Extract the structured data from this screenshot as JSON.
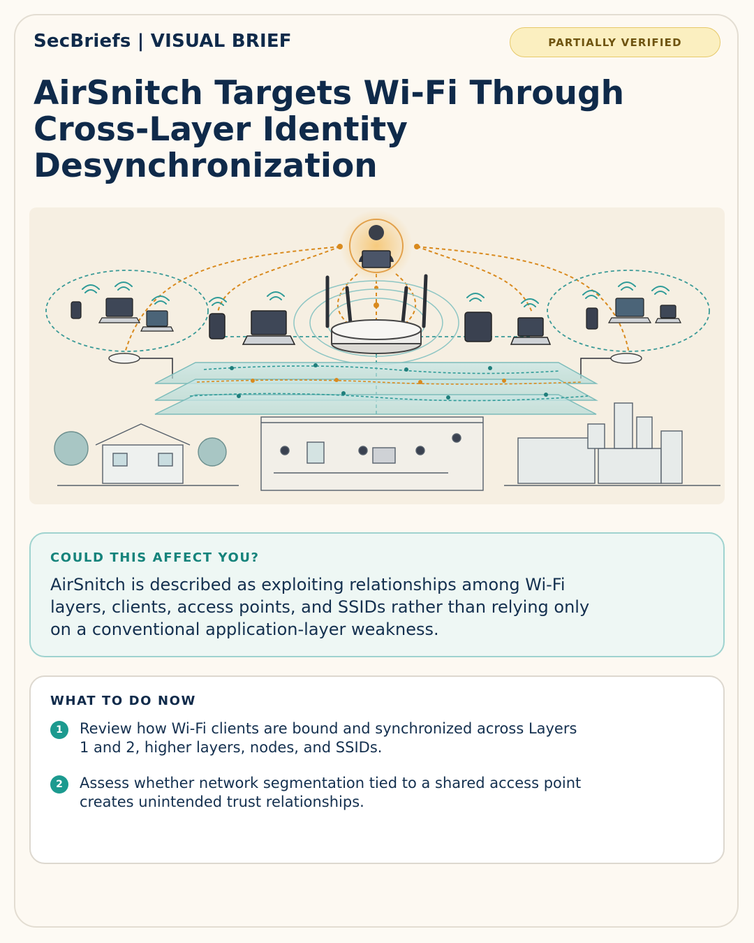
{
  "header": {
    "brand": "SecBriefs | VISUAL BRIEF",
    "status_badge": "PARTIALLY VERIFIED"
  },
  "title_lines": [
    "AirSnitch Targets Wi-Fi Through",
    "Cross-Layer Identity",
    "Desynchronization"
  ],
  "illustration": {
    "icons": [
      "attacker-laptop-icon",
      "router-icon",
      "access-point-icon",
      "phone-icon",
      "laptop-icon",
      "tablet-icon",
      "wifi-icon",
      "house-icon",
      "office-icon",
      "city-buildings-icon"
    ]
  },
  "affect": {
    "label": "COULD THIS AFFECT YOU?",
    "body": "AirSnitch is described as exploiting relationships among Wi-Fi layers, clients, access points, and SSIDs rather than relying only on a conventional application-layer weakness."
  },
  "todo": {
    "label": "WHAT TO DO NOW",
    "steps": [
      {
        "num": "1",
        "text": "Review how Wi-Fi clients are bound and synchronized across Layers 1 and 2, higher layers, nodes, and SSIDs."
      },
      {
        "num": "2",
        "text": "Assess whether network segmentation tied to a shared access point creates unintended trust relationships."
      }
    ]
  },
  "colors": {
    "navy": "#0f2a4a",
    "teal": "#1c9a8f",
    "orange": "#d98a1e",
    "badge_bg": "#fbefc0"
  }
}
